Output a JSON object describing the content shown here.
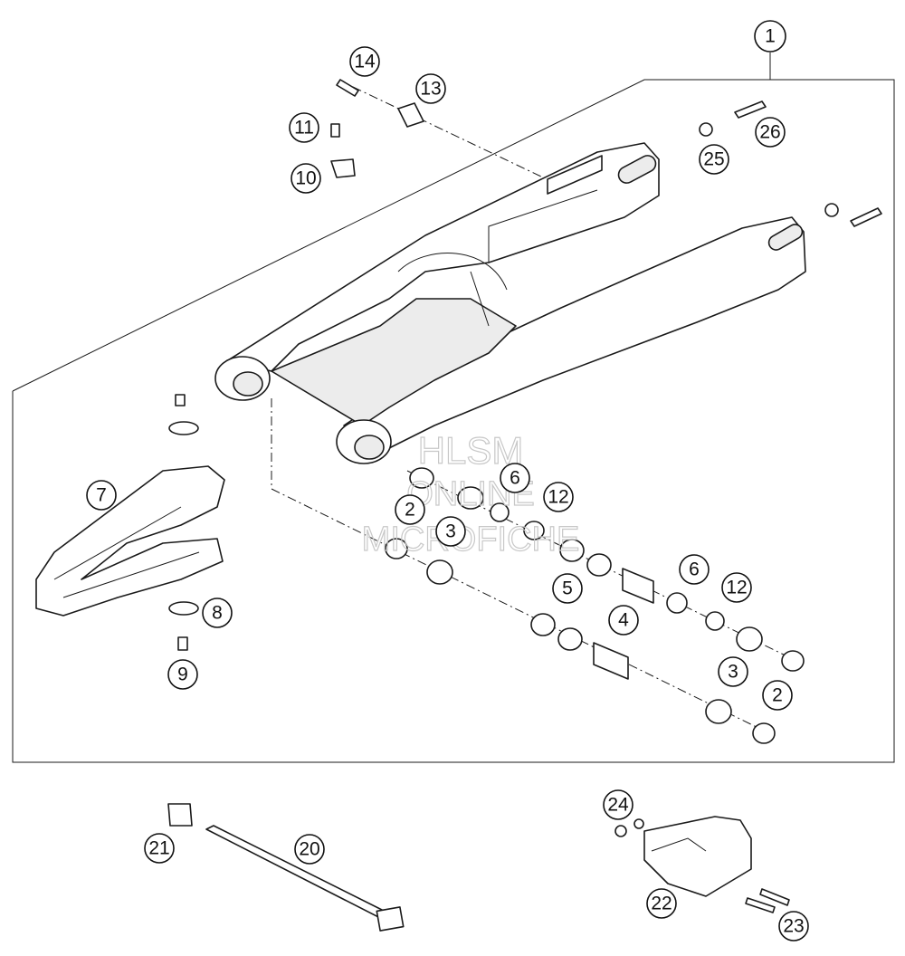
{
  "watermark": {
    "line1": "HLSM",
    "line2": "ONLINE",
    "line3": "MICROFICHE"
  },
  "callouts": [
    {
      "id": "1",
      "label": "1"
    },
    {
      "id": "2a",
      "label": "2"
    },
    {
      "id": "2b",
      "label": "2"
    },
    {
      "id": "3a",
      "label": "3"
    },
    {
      "id": "3b",
      "label": "3"
    },
    {
      "id": "4",
      "label": "4"
    },
    {
      "id": "5",
      "label": "5"
    },
    {
      "id": "6a",
      "label": "6"
    },
    {
      "id": "6b",
      "label": "6"
    },
    {
      "id": "7",
      "label": "7"
    },
    {
      "id": "8",
      "label": "8"
    },
    {
      "id": "9",
      "label": "9"
    },
    {
      "id": "10",
      "label": "10"
    },
    {
      "id": "11",
      "label": "11"
    },
    {
      "id": "12a",
      "label": "12"
    },
    {
      "id": "12b",
      "label": "12"
    },
    {
      "id": "13",
      "label": "13"
    },
    {
      "id": "14",
      "label": "14"
    },
    {
      "id": "20",
      "label": "20"
    },
    {
      "id": "21",
      "label": "21"
    },
    {
      "id": "22",
      "label": "22"
    },
    {
      "id": "23",
      "label": "23"
    },
    {
      "id": "24",
      "label": "24"
    },
    {
      "id": "25",
      "label": "25"
    },
    {
      "id": "26",
      "label": "26"
    }
  ]
}
